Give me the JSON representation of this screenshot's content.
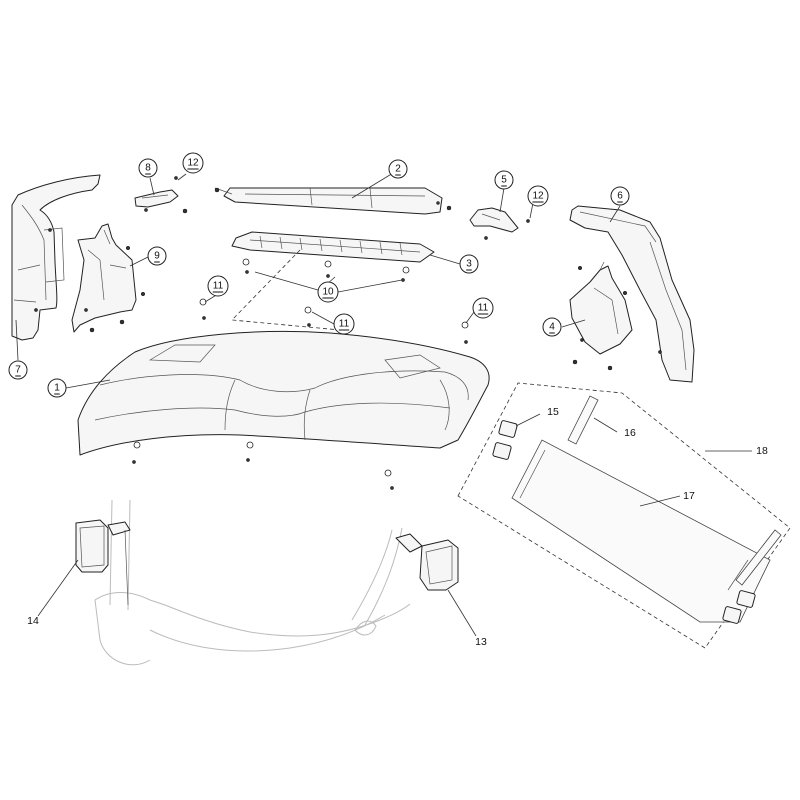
{
  "diagram": {
    "callouts": [
      {
        "id": "c1",
        "label": "1",
        "style": "circle"
      },
      {
        "id": "c2",
        "label": "2",
        "style": "circle"
      },
      {
        "id": "c3",
        "label": "3",
        "style": "circle"
      },
      {
        "id": "c4",
        "label": "4",
        "style": "circle"
      },
      {
        "id": "c5",
        "label": "5",
        "style": "circle"
      },
      {
        "id": "c6",
        "label": "6",
        "style": "circle"
      },
      {
        "id": "c7",
        "label": "7",
        "style": "circle"
      },
      {
        "id": "c8",
        "label": "8",
        "style": "circle"
      },
      {
        "id": "c9",
        "label": "9",
        "style": "circle"
      },
      {
        "id": "c10",
        "label": "10",
        "style": "circle"
      },
      {
        "id": "c11a",
        "label": "11",
        "style": "circle"
      },
      {
        "id": "c11b",
        "label": "11",
        "style": "circle"
      },
      {
        "id": "c11c",
        "label": "11",
        "style": "circle"
      },
      {
        "id": "c12a",
        "label": "12",
        "style": "circle"
      },
      {
        "id": "c12b",
        "label": "12",
        "style": "circle"
      },
      {
        "id": "c13",
        "label": "13",
        "style": "plain"
      },
      {
        "id": "c14",
        "label": "14",
        "style": "plain"
      },
      {
        "id": "c15",
        "label": "15",
        "style": "plain"
      },
      {
        "id": "c16",
        "label": "16",
        "style": "plain"
      },
      {
        "id": "c17",
        "label": "17",
        "style": "plain"
      },
      {
        "id": "c18",
        "label": "18",
        "style": "plain"
      }
    ]
  }
}
